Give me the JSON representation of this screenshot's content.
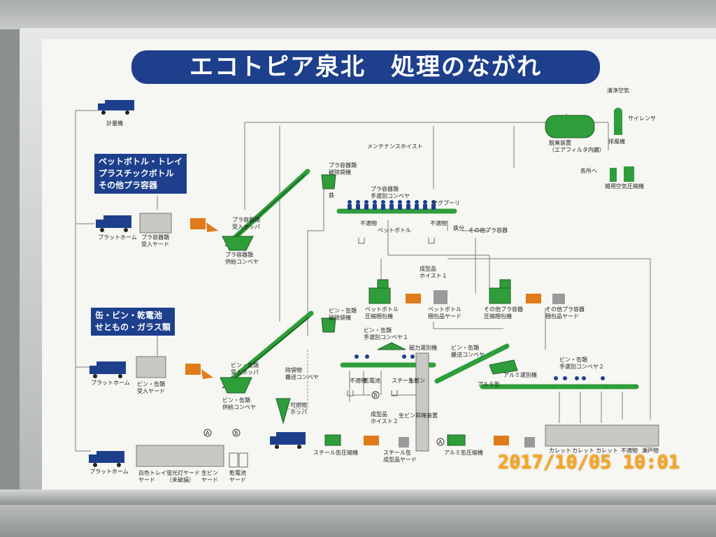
{
  "title": "エコトピア泉北　処理のながれ",
  "categories": {
    "plastic": [
      "ペットボトル・トレイ",
      "プラスチックボトル",
      "その他プラ容器"
    ],
    "cans": [
      "缶・ビン・乾電池",
      "せともの・ガラス類"
    ]
  },
  "labels": {
    "weighbridge": "計量機",
    "platform1": "プラットホーム",
    "platform2": "プラットホーム",
    "platform3": "プラットホーム",
    "plastic_yard": "プラ容器類\n受入ヤード",
    "plastic_hopper": "プラ容器類\n受入ホッパ",
    "plastic_feed_conveyor": "プラ容器類\n供給コンベヤ",
    "bag_breaker_plastic": "プラ容器類\n破除袋機",
    "maintenance_hoist": "メンテナンスホイスト",
    "hand_sort_plastic": "プラ容器類\n手選別コンベヤ",
    "magpulley": "マグプーリ",
    "iron": "鉄",
    "iron_pieces": "鉄分",
    "other_plastic": "その他プラ容器",
    "pet_bottle": "ペットボトル",
    "unsuitable1": "不適物",
    "unsuitable2": "不適物",
    "unsuitable3": "不適物",
    "unsuitable4": "不適物",
    "product_hoist1": "成型品\nホイスト１",
    "pet_press": "ペットボトル\n圧縮梱包機",
    "pet_yard": "ペットボトル\n梱包品ヤード",
    "other_press": "その他プラ容器\n圧縮梱包機",
    "other_yard": "その他プラ容器\n梱包品ヤード",
    "deodorizer": "脱臭装置\n（エアフィルタ内臓）",
    "clean_air": "清浄空気",
    "silencer": "サイレンサ",
    "exhaust_fan": "排風機",
    "to_each": "各所へ",
    "compressor": "雑用空気圧縮機",
    "can_yard": "ビン・缶類\n受入ヤード",
    "can_hopper": "ビン・缶類\n受入ホッパ",
    "can_feed_conveyor": "ビン・缶類\n供給コンベヤ",
    "bag_breaker_can": "ビン・缶類\n破除袋機",
    "hand_sort_can1": "ビン・缶類\n手選別コンベヤ１",
    "carry_out_conveyor": "除袋物\n搬送コンベヤ",
    "combustible_hopper": "可燃物\nホッパ",
    "magnetic_sorter": "磁力選別機",
    "can_transfer": "ビン・缶類\n搬送コンベヤ",
    "aluminum_sorter": "アルミ選別機",
    "hand_sort_can2": "ビン・缶類\n手選別コンベヤ２",
    "dry_battery": "乾電池",
    "steel_can": "スチール缶",
    "raw_bottle": "生ビン",
    "aluminum_can": "アルミ缶",
    "product_hoist2": "成型品\nホイスト２",
    "raw_bottle_lift": "生ビン昇降装置",
    "steel_press": "スチール缶圧縮機",
    "steel_yard": "スチール缶\n成型品ヤード",
    "aluminum_press": "アルミ缶圧縮機",
    "cullet1": "カレット",
    "cullet2": "カレット",
    "cullet3": "カレット",
    "unsuitable_yard": "不適物",
    "ceramics": "瀬戸物",
    "white_tray_yard": "白色トレイ\nヤード",
    "fluorescent_yard": "蛍光灯ヤード\n（未破損）",
    "raw_bottle_yard": "生ビン\nヤード",
    "battery_yard": "乾電池\nヤード",
    "tag_a1": "A",
    "tag_a2": "A",
    "tag_b1": "B",
    "tag_b2": "B"
  },
  "timestamp": "2017/10/05 10:01",
  "colors": {
    "banner": "#1d3f8c",
    "conveyor": "#2f9e3a",
    "truck": "#1d3f8c",
    "stamp": "#f5a623"
  }
}
